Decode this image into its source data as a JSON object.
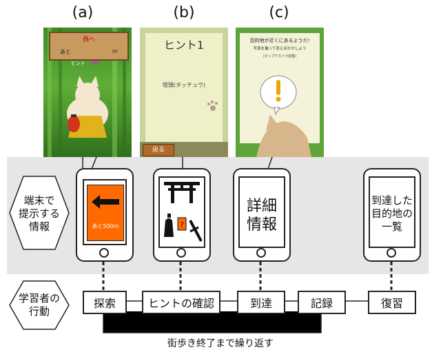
{
  "panel_labels": [
    "(a)",
    "(b)",
    "(c)"
  ],
  "screenshot_a": {
    "direction": "西へ",
    "distance_prefix": "あと",
    "distance_unit": "m",
    "hint_label": "ヒント",
    "hint_count": "303"
  },
  "screenshot_b": {
    "title": "ヒント1",
    "hint_text": "塔頭(タッチュウ)",
    "back_button": "戻る"
  },
  "screenshot_c": {
    "line1": "目的地が近くにあるようだ!",
    "line2": "写真を撮って答え合わせしよう",
    "line3": "(タップでカメラ起動)"
  },
  "row_labels": {
    "device_info": [
      "端末で",
      "提示する",
      "情報"
    ],
    "learner_action": [
      "学習者の",
      "行動"
    ]
  },
  "tablets": {
    "t1_distance": "あと500m",
    "t3_text": [
      "詳細",
      "情報"
    ],
    "t4_text": [
      "到達した",
      "目的地の",
      "一覧"
    ]
  },
  "flow": {
    "steps": [
      "探索",
      "ヒントの確認",
      "到達",
      "記録",
      "復習"
    ],
    "loop_label": "街歩き終了まで繰り返す"
  },
  "colors": {
    "accent_orange": "#ff6a00",
    "band_gray": "#e6e6e6"
  }
}
